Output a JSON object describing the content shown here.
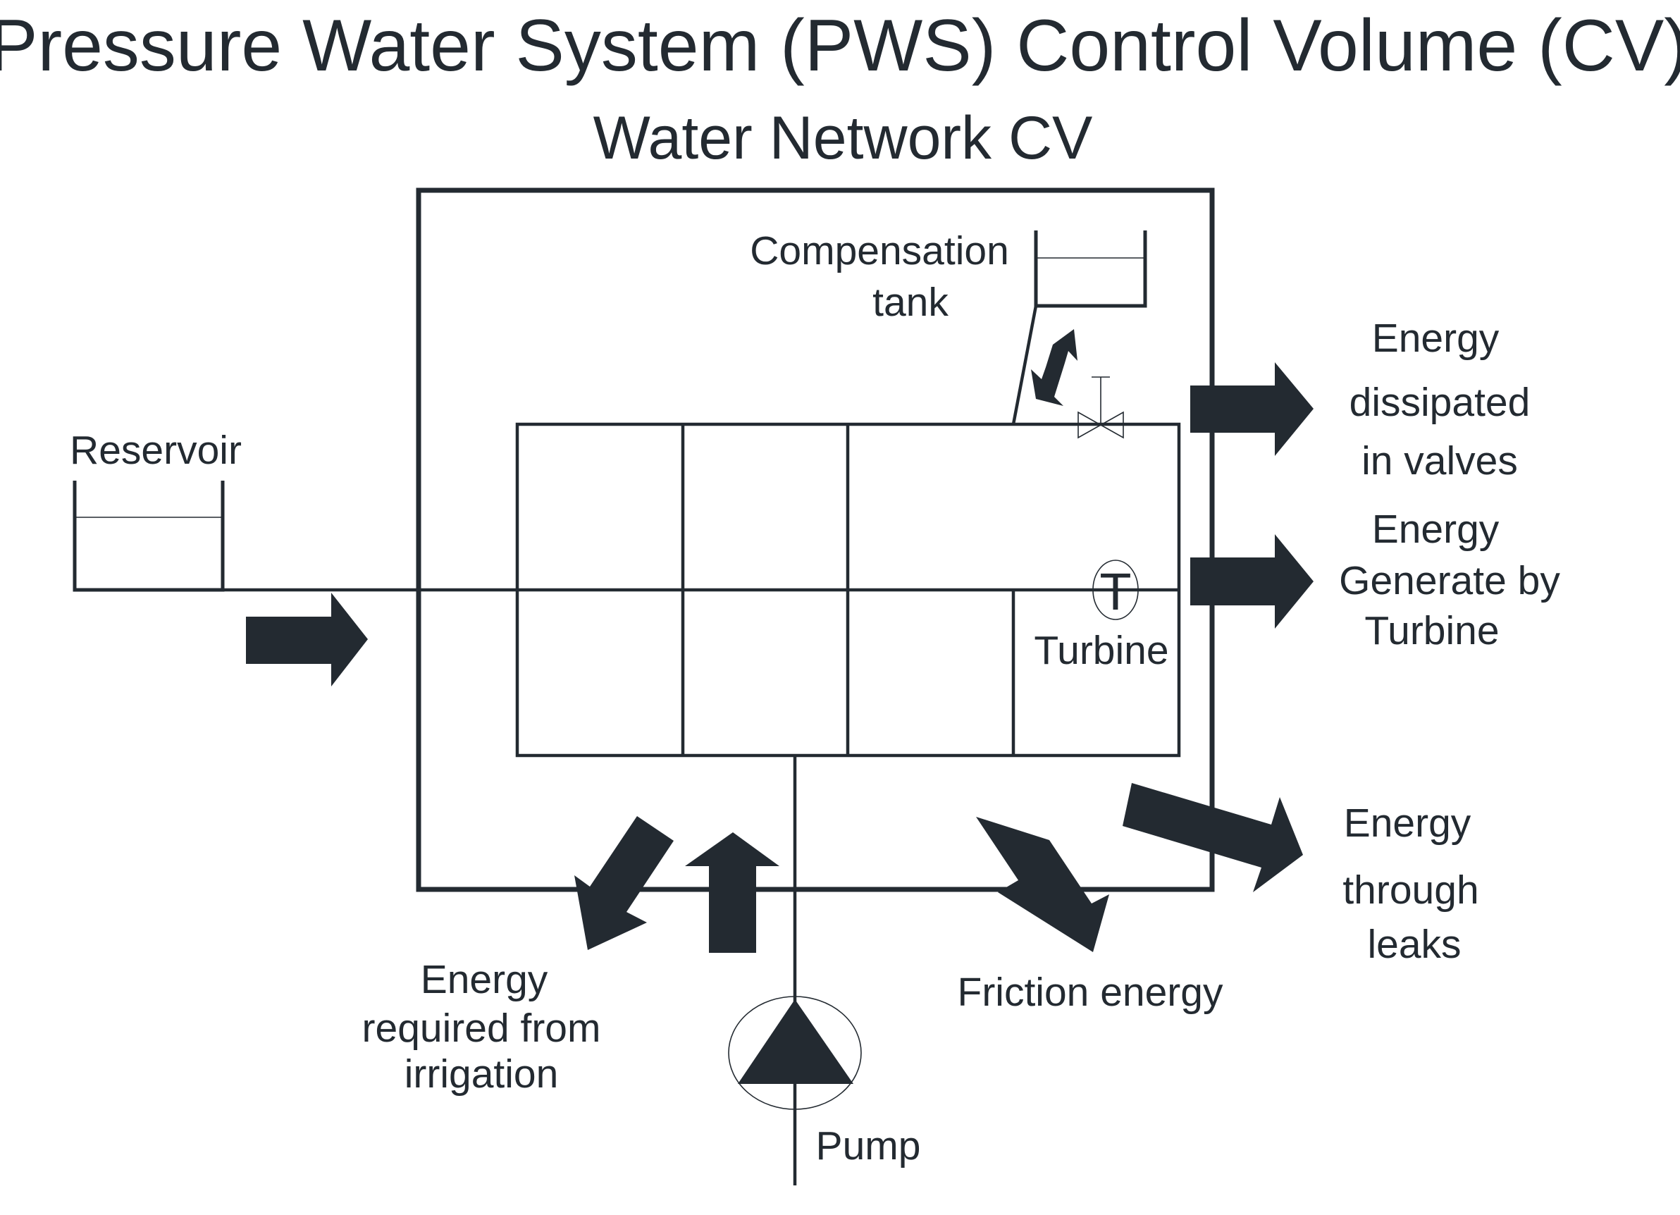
{
  "title": "Pressure Water System (PWS) Control Volume (CV)",
  "subtitle": "Water Network CV",
  "colors": {
    "ink": "#232a31",
    "background": "#ffffff"
  },
  "components": {
    "reservoir": "Reservoir",
    "compensation_tank": [
      "Compensation",
      "tank"
    ],
    "turbine_symbol": "T",
    "turbine": "Turbine",
    "pump": "Pump"
  },
  "energy_flows": {
    "valves": [
      "Energy",
      "dissipated",
      "in valves"
    ],
    "turbine": [
      "Energy",
      "Generate by",
      "Turbine"
    ],
    "leaks": [
      "Energy",
      "through",
      "leaks"
    ],
    "friction": "Friction energy",
    "irrigation": [
      "Energy",
      "required from",
      "irrigation"
    ]
  }
}
